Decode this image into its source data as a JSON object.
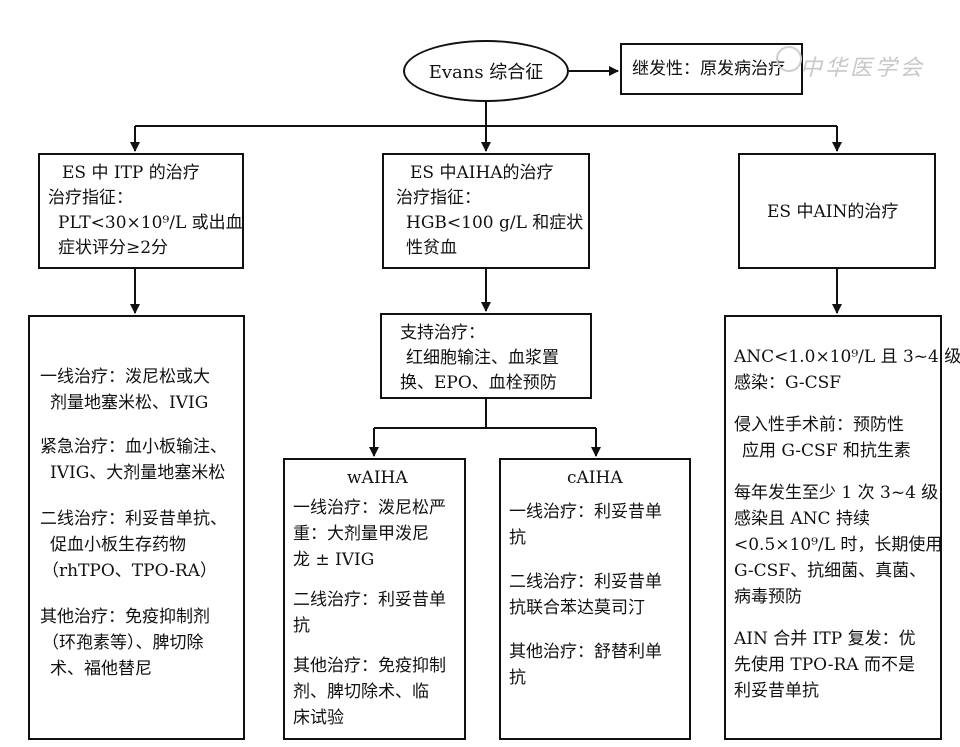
{
  "root": {
    "label": "Evans 综合征"
  },
  "secondary": {
    "label": "继发性：原发病治疗"
  },
  "watermark": {
    "text": "中华医学会"
  },
  "itp": {
    "title": "ES 中 ITP 的治疗",
    "indication_label": "治疗指征：",
    "indication_lines": [
      "PLT<30×10⁹/L 或出血",
      "症状评分≥2分"
    ],
    "treatments": [
      [
        "一线治疗：泼尼松或大",
        "剂量地塞米松、IVIG"
      ],
      [
        "紧急治疗：血小板输注、",
        "IVIG、大剂量地塞米松"
      ],
      [
        "二线治疗：利妥昔单抗、",
        "促血小板生存药物",
        "（rhTPO、TPO-RA）"
      ],
      [
        "其他治疗：免疫抑制剂",
        "（环孢素等）、脾切除",
        "术、福他替尼"
      ]
    ]
  },
  "aiha": {
    "title": "ES 中AIHA的治疗",
    "indication_label": "治疗指征：",
    "indication_lines": [
      "HGB<100 g/L 和症状",
      "性贫血"
    ],
    "support_lines": [
      "支持治疗：",
      "红细胞输注、血浆置",
      "换、EPO、血栓预防"
    ],
    "waiha": {
      "title": "wAIHA",
      "treatments": [
        [
          "一线治疗：泼尼松严",
          "重：大剂量甲泼尼",
          "龙 ± IVIG"
        ],
        [
          "二线治疗：利妥昔单",
          "抗"
        ],
        [
          "其他治疗：免疫抑制",
          "剂、脾切除术、临",
          "床试验"
        ]
      ]
    },
    "caiha": {
      "title": "cAIHA",
      "treatments": [
        [
          "一线治疗：利妥昔单",
          "抗"
        ],
        [
          "二线治疗：利妥昔单",
          "抗联合苯达莫司汀"
        ],
        [
          "其他治疗：舒替利单",
          "抗"
        ]
      ]
    }
  },
  "ain": {
    "title": "ES 中AIN的治疗",
    "treatments": [
      [
        "ANC<1.0×10⁹/L 且 3~4 级",
        "感染：G-CSF"
      ],
      [
        "侵入性手术前：预防性",
        "应用 G-CSF 和抗生素"
      ],
      [
        "每年发生至少 1 次 3~4 级",
        "感染且 ANC 持续",
        "<0.5×10⁹/L 时，长期使用",
        "G-CSF、抗细菌、真菌、",
        "病毒预防"
      ],
      [
        "AIN 合并 ITP 复发：优",
        "先使用 TPO-RA 而不是",
        "利妥昔单抗"
      ]
    ]
  }
}
